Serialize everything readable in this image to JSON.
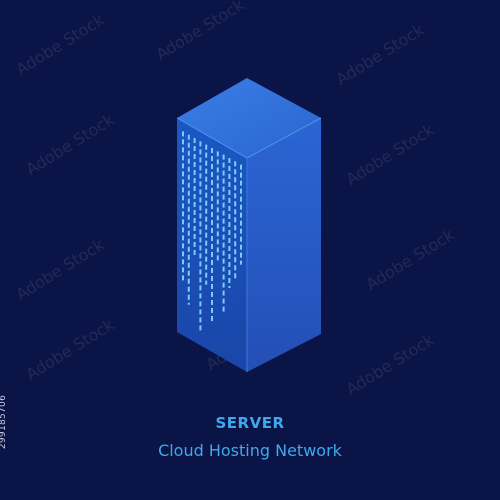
{
  "caption": {
    "title": "SERVER",
    "subtitle": "Cloud Hosting Network"
  },
  "stock_id": "299185706",
  "watermark_text": "Adobe Stock",
  "icons": {
    "server": "server-tower-icon"
  },
  "colors": {
    "background": "#0b1446",
    "server_top": "#2f6fd9",
    "server_front": "#1a4db5",
    "server_side": "#2559c8",
    "data_lines": "#7fd4ff",
    "caption": "#3fa9ec"
  }
}
